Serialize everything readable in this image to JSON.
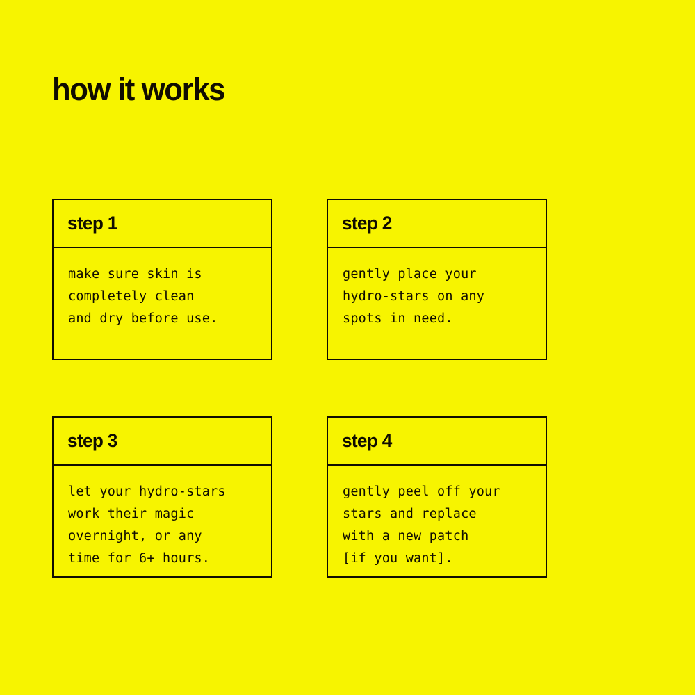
{
  "page": {
    "title": "how it works",
    "background_color": "#f7f400",
    "text_color": "#100d00",
    "border_color": "#100d00"
  },
  "steps": [
    {
      "header": "step 1",
      "body": "make sure skin is\ncompletely clean\nand dry before use."
    },
    {
      "header": "step 2",
      "body": "gently place your\nhydro-stars on any\nspots in need."
    },
    {
      "header": "step 3",
      "body": "let your hydro-stars\nwork their magic\novernight, or any\ntime for 6+ hours."
    },
    {
      "header": "step 4",
      "body": "gently peel off your\nstars and replace\nwith a new patch\n[if you want]."
    }
  ]
}
